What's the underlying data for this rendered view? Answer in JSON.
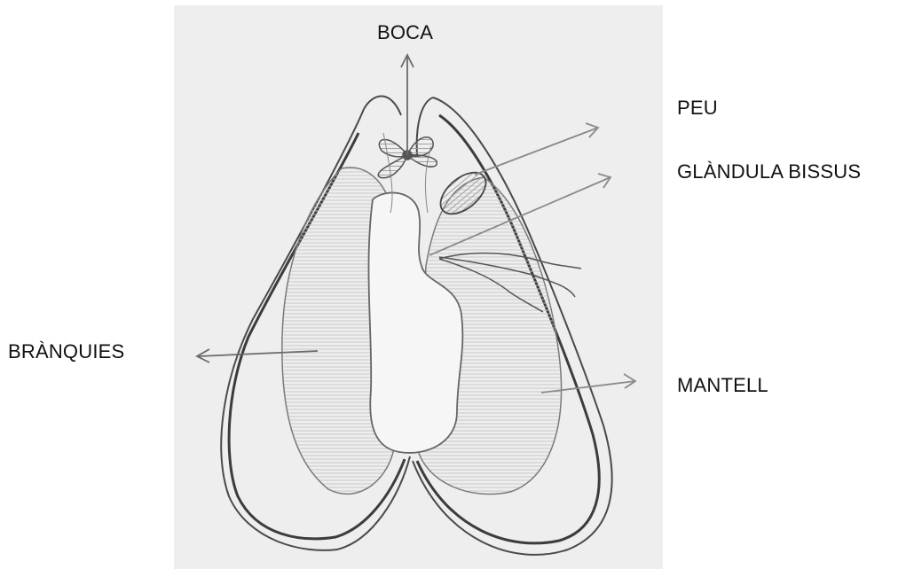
{
  "labels": {
    "boca": "BOCA",
    "peu": "PEU",
    "glandula_bissus": "GLÀNDULA BISSUS",
    "branquies": "BRÀNQUIES",
    "mantell": "MANTELL"
  },
  "colors": {
    "paper": "#eeeeee",
    "pencil": "#6a6a6a",
    "pencil_dark": "#3c3c3c",
    "shading": "#c4c4c4",
    "text": "#111111"
  }
}
